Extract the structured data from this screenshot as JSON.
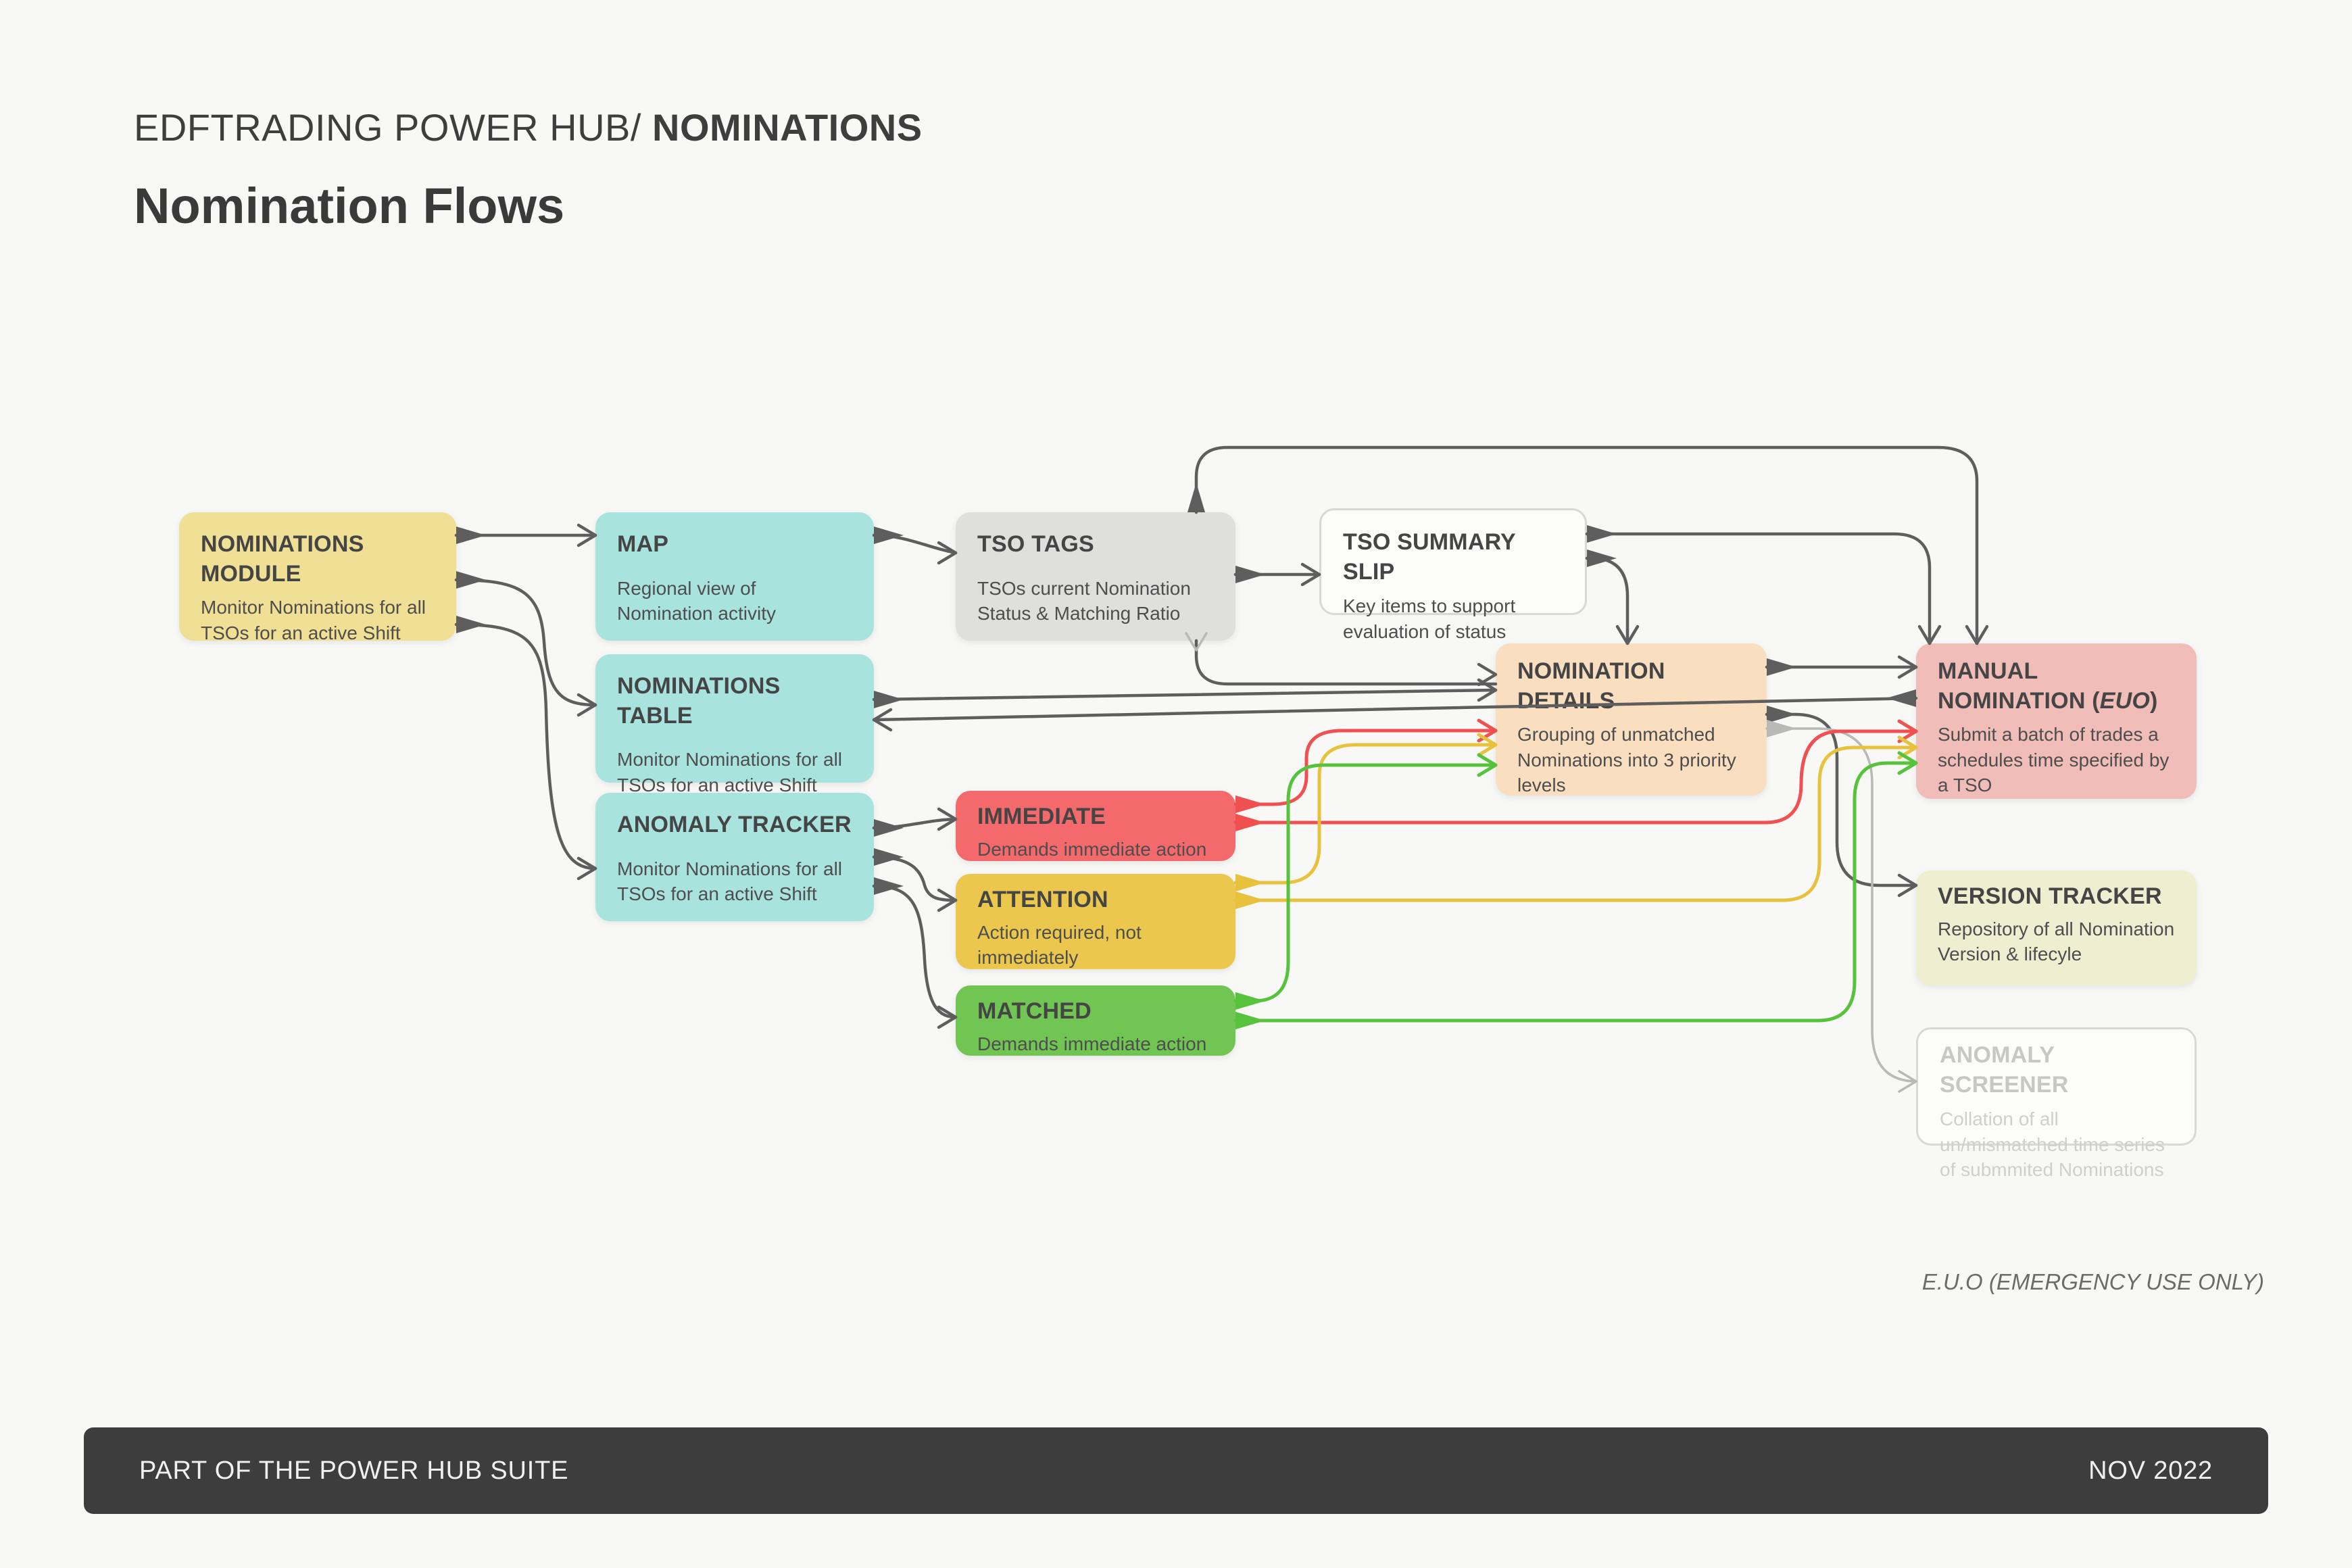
{
  "header": {
    "brand": "EDFTRADING POWER HUB/",
    "section": "NOMINATIONS"
  },
  "page_title": "Nomination Flows",
  "note": "E.U.O (EMERGENCY USE ONLY)",
  "footer": {
    "left": "PART OF THE POWER HUB SUITE",
    "right": "NOV 2022"
  },
  "boxes": {
    "module": {
      "title": "NOMINATIONS MODULE",
      "body": "Monitor Nominations for all TSOs for an active Shift"
    },
    "map": {
      "title": "MAP",
      "body": "Regional view of Nomination activity"
    },
    "table": {
      "title": "NOMINATIONS TABLE",
      "body": "Monitor Nominations for all TSOs for an active Shift"
    },
    "tracker": {
      "title": "ANOMALY TRACKER",
      "body": "Monitor Nominations for all TSOs for an active Shift"
    },
    "tags": {
      "title": "TSO TAGS",
      "body": "TSOs current Nomination Status & Matching Ratio"
    },
    "slip": {
      "title": "TSO SUMMARY SLIP",
      "body": "Key items to support evaluation of status"
    },
    "details": {
      "title": "NOMINATION DETAILS",
      "body": "Grouping of unmatched Nominations into 3 priority levels"
    },
    "immediate": {
      "title": "IMMEDIATE",
      "body": "Demands immediate action"
    },
    "attention": {
      "title": "ATTENTION",
      "body": "Action required, not immediately"
    },
    "matched": {
      "title": "MATCHED",
      "body": "Demands immediate action"
    },
    "manual": {
      "title_pre": "MANUAL NOMINATION (",
      "title_euo": "EUO",
      "title_post": ")",
      "body": "Submit a batch of trades a schedules time specified by a TSO"
    },
    "version": {
      "title": "VERSION TRACKER",
      "body": "Repository of all Nomination Version & lifecyle"
    },
    "screener": {
      "title": "ANOMALY SCREENER",
      "body": "Collation of all un/mismatched time series of submmited Nominations"
    }
  },
  "colors": {
    "module_yellow": "#F0E095",
    "teal": "#A9E3DE",
    "gray_box": "#DFDFDE",
    "peach": "#FADEC0",
    "pink": "#F0BDB8",
    "red": "#F4696C",
    "yellow": "#EBC84D",
    "green": "#70C553",
    "beige": "#F0EED0",
    "line": "#5E5E5E",
    "line_light": "#B9B9B7",
    "line_red": "#F0504F",
    "line_yellow": "#E8C23C",
    "line_green": "#57C23B"
  }
}
